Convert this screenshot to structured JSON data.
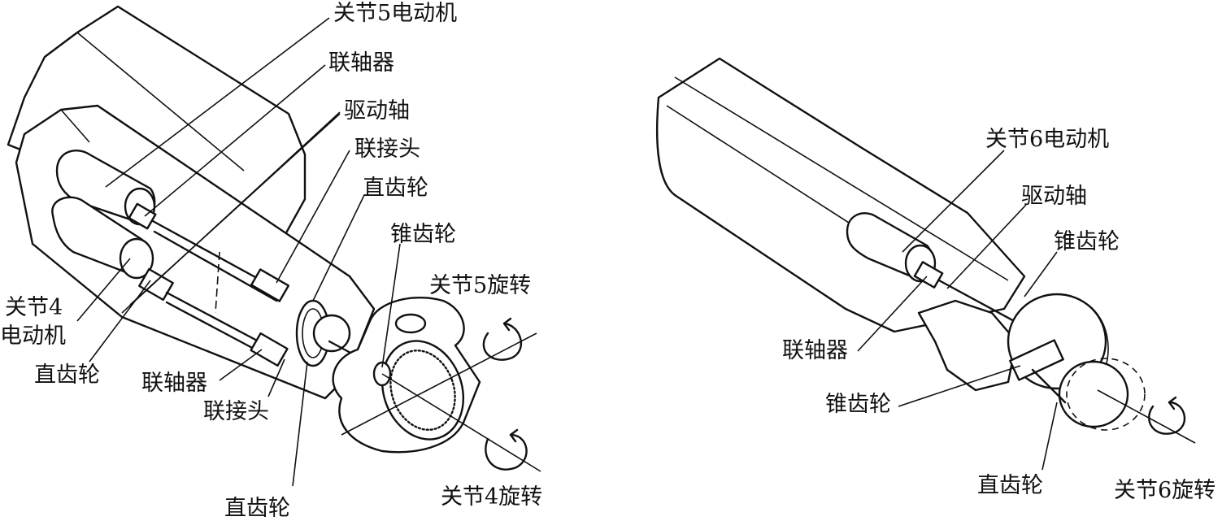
{
  "left_diagram": {
    "labels": {
      "joint5_motor": "关节5电动机",
      "coupling_top": "联轴器",
      "drive_shaft": "驱动轴",
      "connector_top": "联接头",
      "spur_gear_top": "直齿轮",
      "bevel_gear": "锥齿轮",
      "joint5_rotation": "关节5旋转",
      "joint4_motor_line1": "关节4",
      "joint4_motor_line2": "电动机",
      "spur_gear_left": "直齿轮",
      "coupling_bottom": "联轴器",
      "connector_bottom": "联接头",
      "spur_gear_bottom": "直齿轮",
      "joint4_rotation": "关节4旋转"
    }
  },
  "right_diagram": {
    "labels": {
      "joint6_motor": "关节6电动机",
      "drive_shaft": "驱动轴",
      "bevel_gear_top": "锥齿轮",
      "coupling": "联轴器",
      "bevel_gear_bottom": "锥齿轮",
      "spur_gear": "直齿轮",
      "joint6_rotation": "关节6旋转"
    }
  }
}
